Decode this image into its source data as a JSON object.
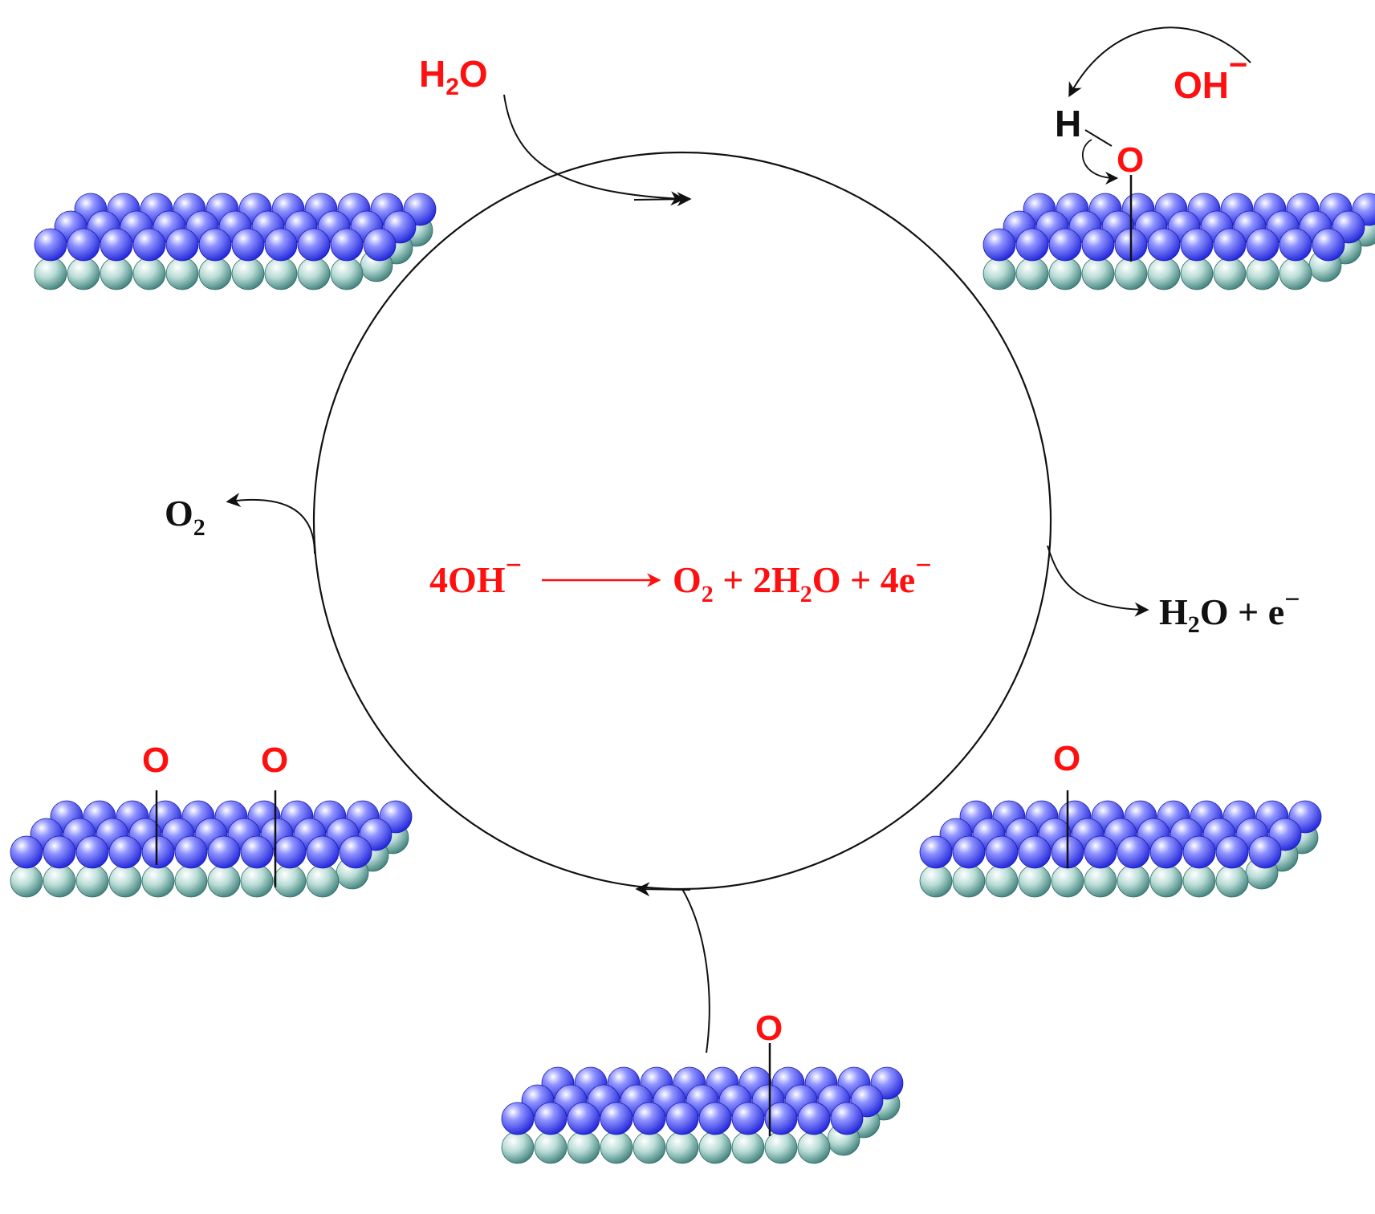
{
  "colors": {
    "oxygen": "#ff1010",
    "black": "#111111",
    "top_sphere": "#2a2ee8",
    "bottom_sphere": "#3f8a86",
    "cycle": "#111111"
  },
  "labels": {
    "water_in": {
      "main": "H",
      "sub": "2",
      "tail": "O"
    },
    "hydroxide": {
      "main": "OH",
      "sup": "−"
    },
    "adsorbed_h": "H",
    "adsorbed_o_1": "O",
    "water_out": {
      "main": "H",
      "sub": "2",
      "tail": "O + e",
      "sup": "−"
    },
    "o_state_3": "O",
    "o_state_4": "O",
    "o_state_5a": "O",
    "o_state_5b": "O",
    "o2_out": {
      "main": "O",
      "sub": "2"
    }
  },
  "equation": {
    "left": "4OH",
    "left_sup": "−",
    "right_a": "O",
    "right_a_sub": "2",
    "right_b": " + 2H",
    "right_b_sub": "2",
    "right_c": "O + 4e",
    "right_c_sup": "−"
  },
  "catalyst_surfaces": [
    {
      "name": "bare",
      "oxygen_count": 0
    },
    {
      "name": "oh-adsorbed",
      "oxygen_count": 1
    },
    {
      "name": "o-adsorbed-a",
      "oxygen_count": 1
    },
    {
      "name": "o-adsorbed-b",
      "oxygen_count": 1
    },
    {
      "name": "two-o-adsorbed",
      "oxygen_count": 2
    }
  ]
}
